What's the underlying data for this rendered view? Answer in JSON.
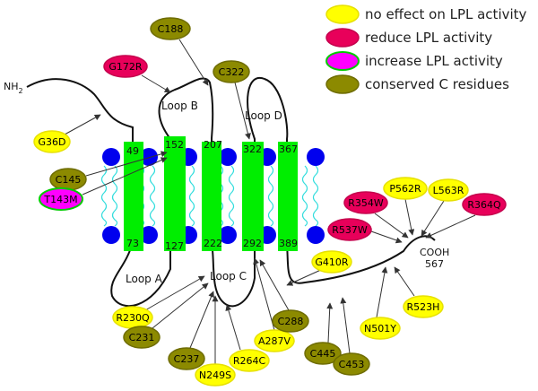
{
  "legend": [
    {
      "label": "no effect on LPL activity",
      "fill": "#ffff00",
      "stroke": "#e6e000"
    },
    {
      "label": "reduce LPL activity",
      "fill": "#e8005a",
      "stroke": "#c4004c"
    },
    {
      "label": "increase LPL activity",
      "fill": "#ff00ff",
      "stroke": "#00cc00"
    },
    {
      "label": "conserved C residues",
      "fill": "#8c8a00",
      "stroke": "#6e6c00"
    }
  ],
  "termini": {
    "n": "NH2",
    "c": "COOH",
    "c_num": "567"
  },
  "loops": {
    "a": "Loop A",
    "b": "Loop B",
    "c": "Loop C",
    "d": "Loop D"
  },
  "helix_positions": [
    {
      "top": "49",
      "bottom": "73"
    },
    {
      "top": "152",
      "bottom": "127"
    },
    {
      "top": "207",
      "bottom": "222"
    },
    {
      "top": "322",
      "bottom": "292"
    },
    {
      "top": "367",
      "bottom": "389"
    }
  ],
  "mutations": [
    {
      "label": "C188",
      "type": "conserved"
    },
    {
      "label": "G172R",
      "type": "reduce"
    },
    {
      "label": "C322",
      "type": "conserved"
    },
    {
      "label": "G36D",
      "type": "none"
    },
    {
      "label": "C145",
      "type": "conserved"
    },
    {
      "label": "T143M",
      "type": "increase"
    },
    {
      "label": "P562R",
      "type": "none"
    },
    {
      "label": "L563R",
      "type": "none"
    },
    {
      "label": "R354W",
      "type": "reduce"
    },
    {
      "label": "R364Q",
      "type": "reduce"
    },
    {
      "label": "R537W",
      "type": "reduce"
    },
    {
      "label": "G410R",
      "type": "none"
    },
    {
      "label": "R523H",
      "type": "none"
    },
    {
      "label": "R230Q",
      "type": "none"
    },
    {
      "label": "C231",
      "type": "conserved"
    },
    {
      "label": "C237",
      "type": "conserved"
    },
    {
      "label": "N249S",
      "type": "none"
    },
    {
      "label": "R264C",
      "type": "none"
    },
    {
      "label": "A287V",
      "type": "none"
    },
    {
      "label": "C288",
      "type": "conserved"
    },
    {
      "label": "N501Y",
      "type": "none"
    },
    {
      "label": "C445",
      "type": "conserved"
    },
    {
      "label": "C453",
      "type": "conserved"
    }
  ]
}
